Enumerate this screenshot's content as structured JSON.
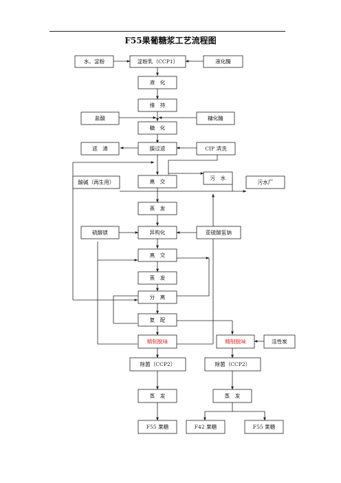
{
  "title": "F55果葡糖浆工艺流程图",
  "boxes": {
    "water_starch": "水、淀粉",
    "starch_milk": "淀粉乳（CCP1）",
    "liquefying_enzyme": "液化酶",
    "liquefaction": "液　化",
    "maintain": "维　持",
    "hydrochloric_acid": "盐酸",
    "saccharifying_enzyme": "糖化酶",
    "saccharification": "糖　化",
    "filter_residue": "滤　渣",
    "membrane_filtration": "膜过滤",
    "cip_cleaning": "CIP 清洗",
    "wastewater": "污　水",
    "acid_alkali": "酸碱（再生用）",
    "ion_exchange_1": "离　交",
    "wastewater_plant": "污水厂",
    "evaporation_1": "蒸　发",
    "magnesium_sulfate": "硫酸镁",
    "isomerization": "异构化",
    "sodium_bisulfite": "亚硫酸氢钠",
    "ion_exchange_2": "离　交",
    "evaporation_2": "蒸　发",
    "separation": "分　离",
    "blending": "复　配",
    "refining_decolor_left": "精制脱味",
    "refining_decolor_right": "精制脱味",
    "activated_carbon": "活性炭",
    "sterilization_left": "除菌（CCP2）",
    "sterilization_right": "除菌（CCP2）",
    "evaporation_left": "蒸　发",
    "evaporation_right": "蒸　发",
    "f55_syrup_left": "F55 果糖",
    "f42_syrup": "F42 果糖",
    "f55_syrup_right": "F55 果糖"
  },
  "colors": {
    "line": "#222222",
    "highlight_text": "#e0302a"
  }
}
